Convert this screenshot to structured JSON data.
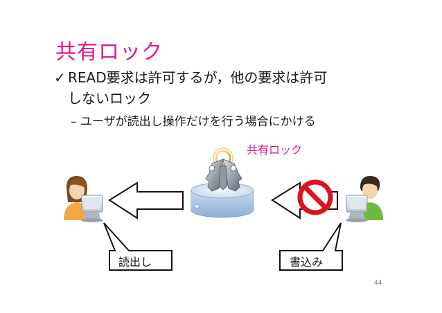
{
  "slide": {
    "title": "共有ロック",
    "bullet1_mark": "✓",
    "bullet1_line1": "READ要求は許可するが，他の要求は許可",
    "bullet1_line2": "しないロック",
    "bullet2": "– ユーザが読出し操作だけを行う場合にかける",
    "lock_label": "共有ロック",
    "read_label": "読出し",
    "write_label": "書込み",
    "page_number": "44"
  },
  "colors": {
    "accent": "#e0188f",
    "prohibit": "#d9141c",
    "server": "#a9c3df"
  },
  "icons": [
    "key-ring-icon",
    "server-icon",
    "user-left-icon",
    "user-right-icon",
    "prohibit-icon"
  ]
}
